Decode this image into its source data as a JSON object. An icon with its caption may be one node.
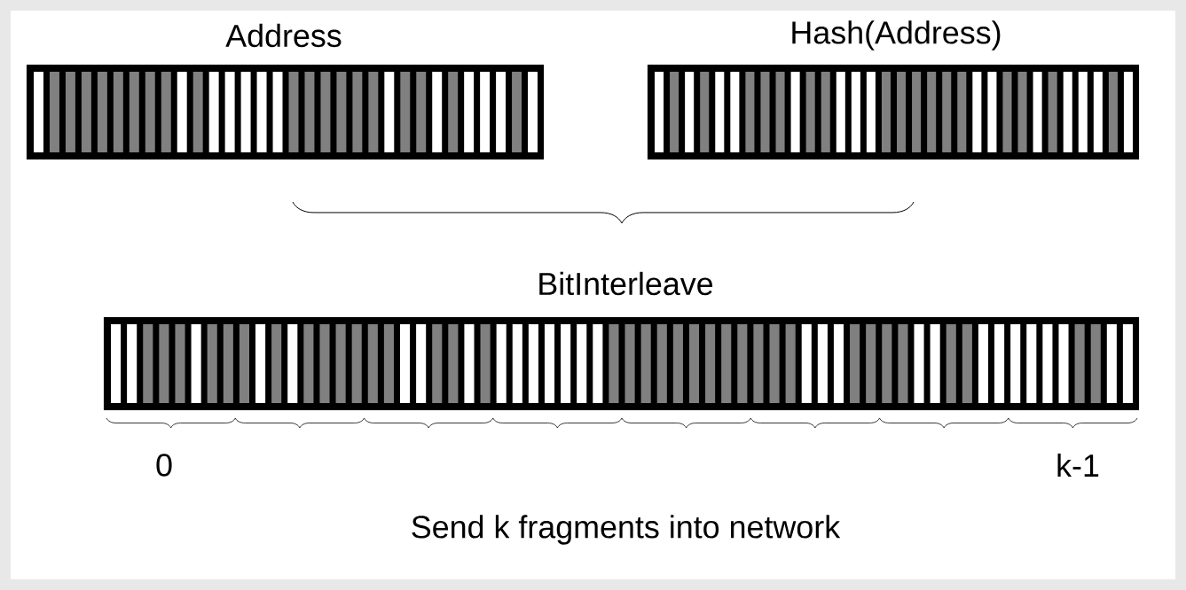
{
  "diagram": {
    "nodes": [
      {
        "text": [
          "Address"
        ]
      },
      {
        "text": [
          "Hash(Address)"
        ]
      },
      {
        "text": [
          "BitInterleave"
        ]
      }
    ],
    "labels": [
      "0",
      "k-1",
      "Send k fragments into network"
    ]
  }
}
